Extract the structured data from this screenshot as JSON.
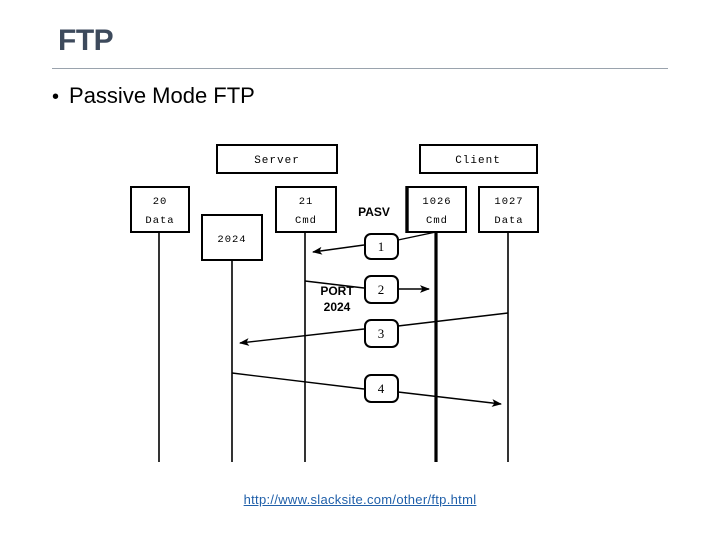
{
  "slide": {
    "title": "FTP",
    "bullet_marker": "•",
    "bullet_text": "Passive Mode FTP",
    "footer_link": "http://www.slacksite.com/other/ftp.html",
    "accent_color": "#3d4a5c",
    "link_color": "#1f5fa9",
    "rule_color": "#9aa3ad"
  },
  "diagram": {
    "type": "sequence",
    "headers": [
      {
        "id": "server-header",
        "label": "Server"
      },
      {
        "id": "client-header",
        "label": "Client"
      }
    ],
    "ports": [
      {
        "id": "port-20-data",
        "number": "20",
        "kind": "Data"
      },
      {
        "id": "port-2024",
        "number": "2024",
        "kind": ""
      },
      {
        "id": "port-21-cmd",
        "number": "21",
        "kind": "Cmd"
      },
      {
        "id": "port-1026-cmd",
        "number": "1026",
        "kind": "Cmd"
      },
      {
        "id": "port-1027-data",
        "number": "1027",
        "kind": "Data"
      }
    ],
    "annotations": [
      {
        "id": "pasv-label",
        "text": "PASV"
      },
      {
        "id": "port-cmd-label-line1",
        "text": "PORT"
      },
      {
        "id": "port-cmd-label-line2",
        "text": "2024"
      }
    ],
    "steps": [
      {
        "id": "step-1",
        "label": "1",
        "direction": "client-to-server"
      },
      {
        "id": "step-2",
        "label": "2",
        "direction": "server-to-client"
      },
      {
        "id": "step-3",
        "label": "3",
        "direction": "client-to-server"
      },
      {
        "id": "step-4",
        "label": "4",
        "direction": "server-to-client"
      }
    ]
  }
}
